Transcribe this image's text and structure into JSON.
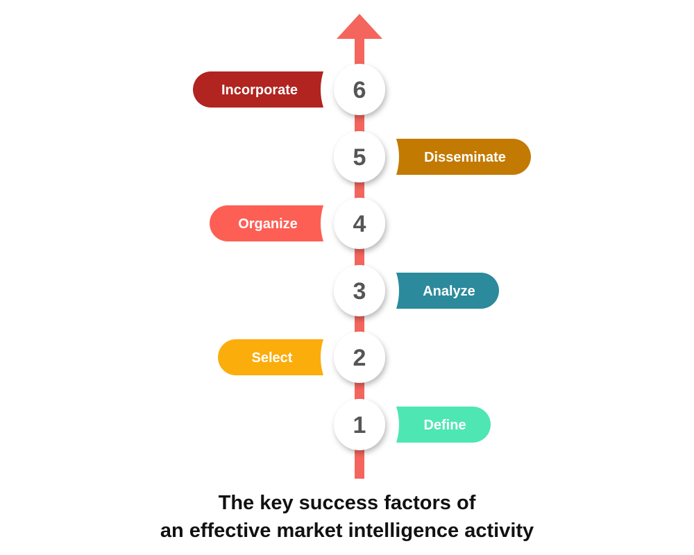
{
  "steps": [
    {
      "number": "1",
      "label": "Define",
      "color": "#4ee6b3",
      "side": "right"
    },
    {
      "number": "2",
      "label": "Select",
      "color": "#fbad0c",
      "side": "left"
    },
    {
      "number": "3",
      "label": "Analyze",
      "color": "#2b8a9c",
      "side": "right"
    },
    {
      "number": "4",
      "label": "Organize",
      "color": "#fd5f55",
      "side": "left"
    },
    {
      "number": "5",
      "label": "Disseminate",
      "color": "#c37a02",
      "side": "right"
    },
    {
      "number": "6",
      "label": "Incorporate",
      "color": "#b1241f",
      "side": "left"
    }
  ],
  "arrow_color": "#f4655d",
  "number_color": "#555555",
  "caption": {
    "line1": "The key success factors of",
    "line2": "an effective market intelligence activity"
  }
}
